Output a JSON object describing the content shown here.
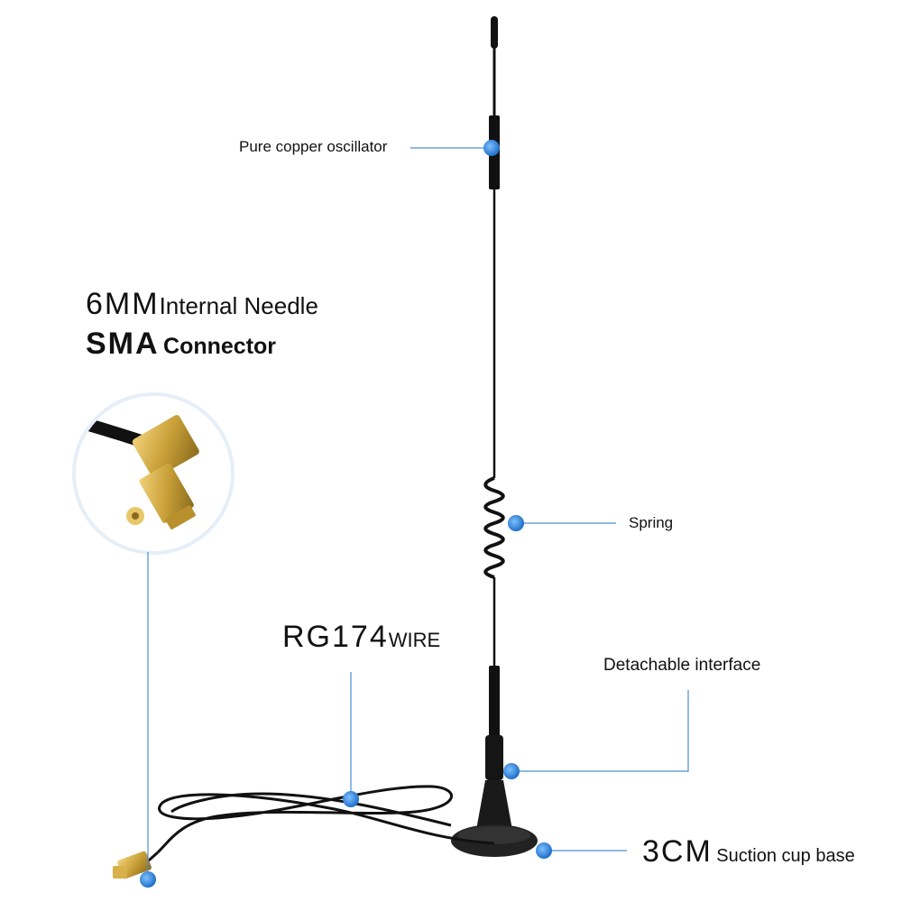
{
  "labels": {
    "oscillator": "Pure copper oscillator",
    "spring": "Spring",
    "detachable": "Detachable interface",
    "needle_size": "6MM",
    "needle_text": "Internal Needle",
    "sma_prefix": "SMA",
    "sma_text": "Connector",
    "wire_prefix": "RG174",
    "wire_text": "WIRE",
    "base_size": "3CM",
    "base_text": "Suction cup base"
  },
  "colors": {
    "callout_line": "#4a8fd0",
    "callout_dot": "#2b7fd9",
    "antenna": "#111111",
    "connector_gold": "#c9a038"
  }
}
